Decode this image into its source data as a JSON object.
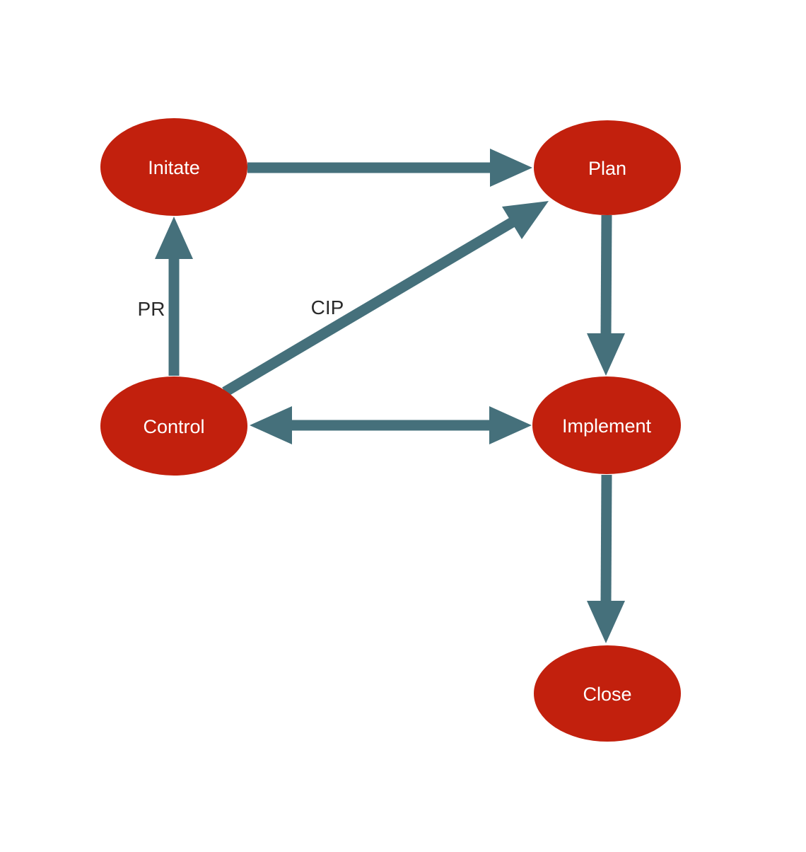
{
  "diagram": {
    "type": "flowchart",
    "background": "#ffffff",
    "colors": {
      "node_fill": "#c2200d",
      "arrow": "#45707b",
      "node_label": "#ffffff",
      "edge_label": "#2a2a2a"
    },
    "nodes": [
      {
        "id": "initate",
        "label": "Initate"
      },
      {
        "id": "plan",
        "label": "Plan"
      },
      {
        "id": "control",
        "label": "Control"
      },
      {
        "id": "implement",
        "label": "Implement"
      },
      {
        "id": "close",
        "label": "Close"
      }
    ],
    "edges": [
      {
        "from": "initate",
        "to": "plan",
        "label": "",
        "bidirectional": false
      },
      {
        "from": "control",
        "to": "initate",
        "label": "PR",
        "bidirectional": false
      },
      {
        "from": "control",
        "to": "plan",
        "label": "CIP",
        "bidirectional": false
      },
      {
        "from": "control",
        "to": "implement",
        "label": "",
        "bidirectional": true
      },
      {
        "from": "plan",
        "to": "implement",
        "label": "",
        "bidirectional": false
      },
      {
        "from": "implement",
        "to": "close",
        "label": "",
        "bidirectional": false
      }
    ]
  }
}
